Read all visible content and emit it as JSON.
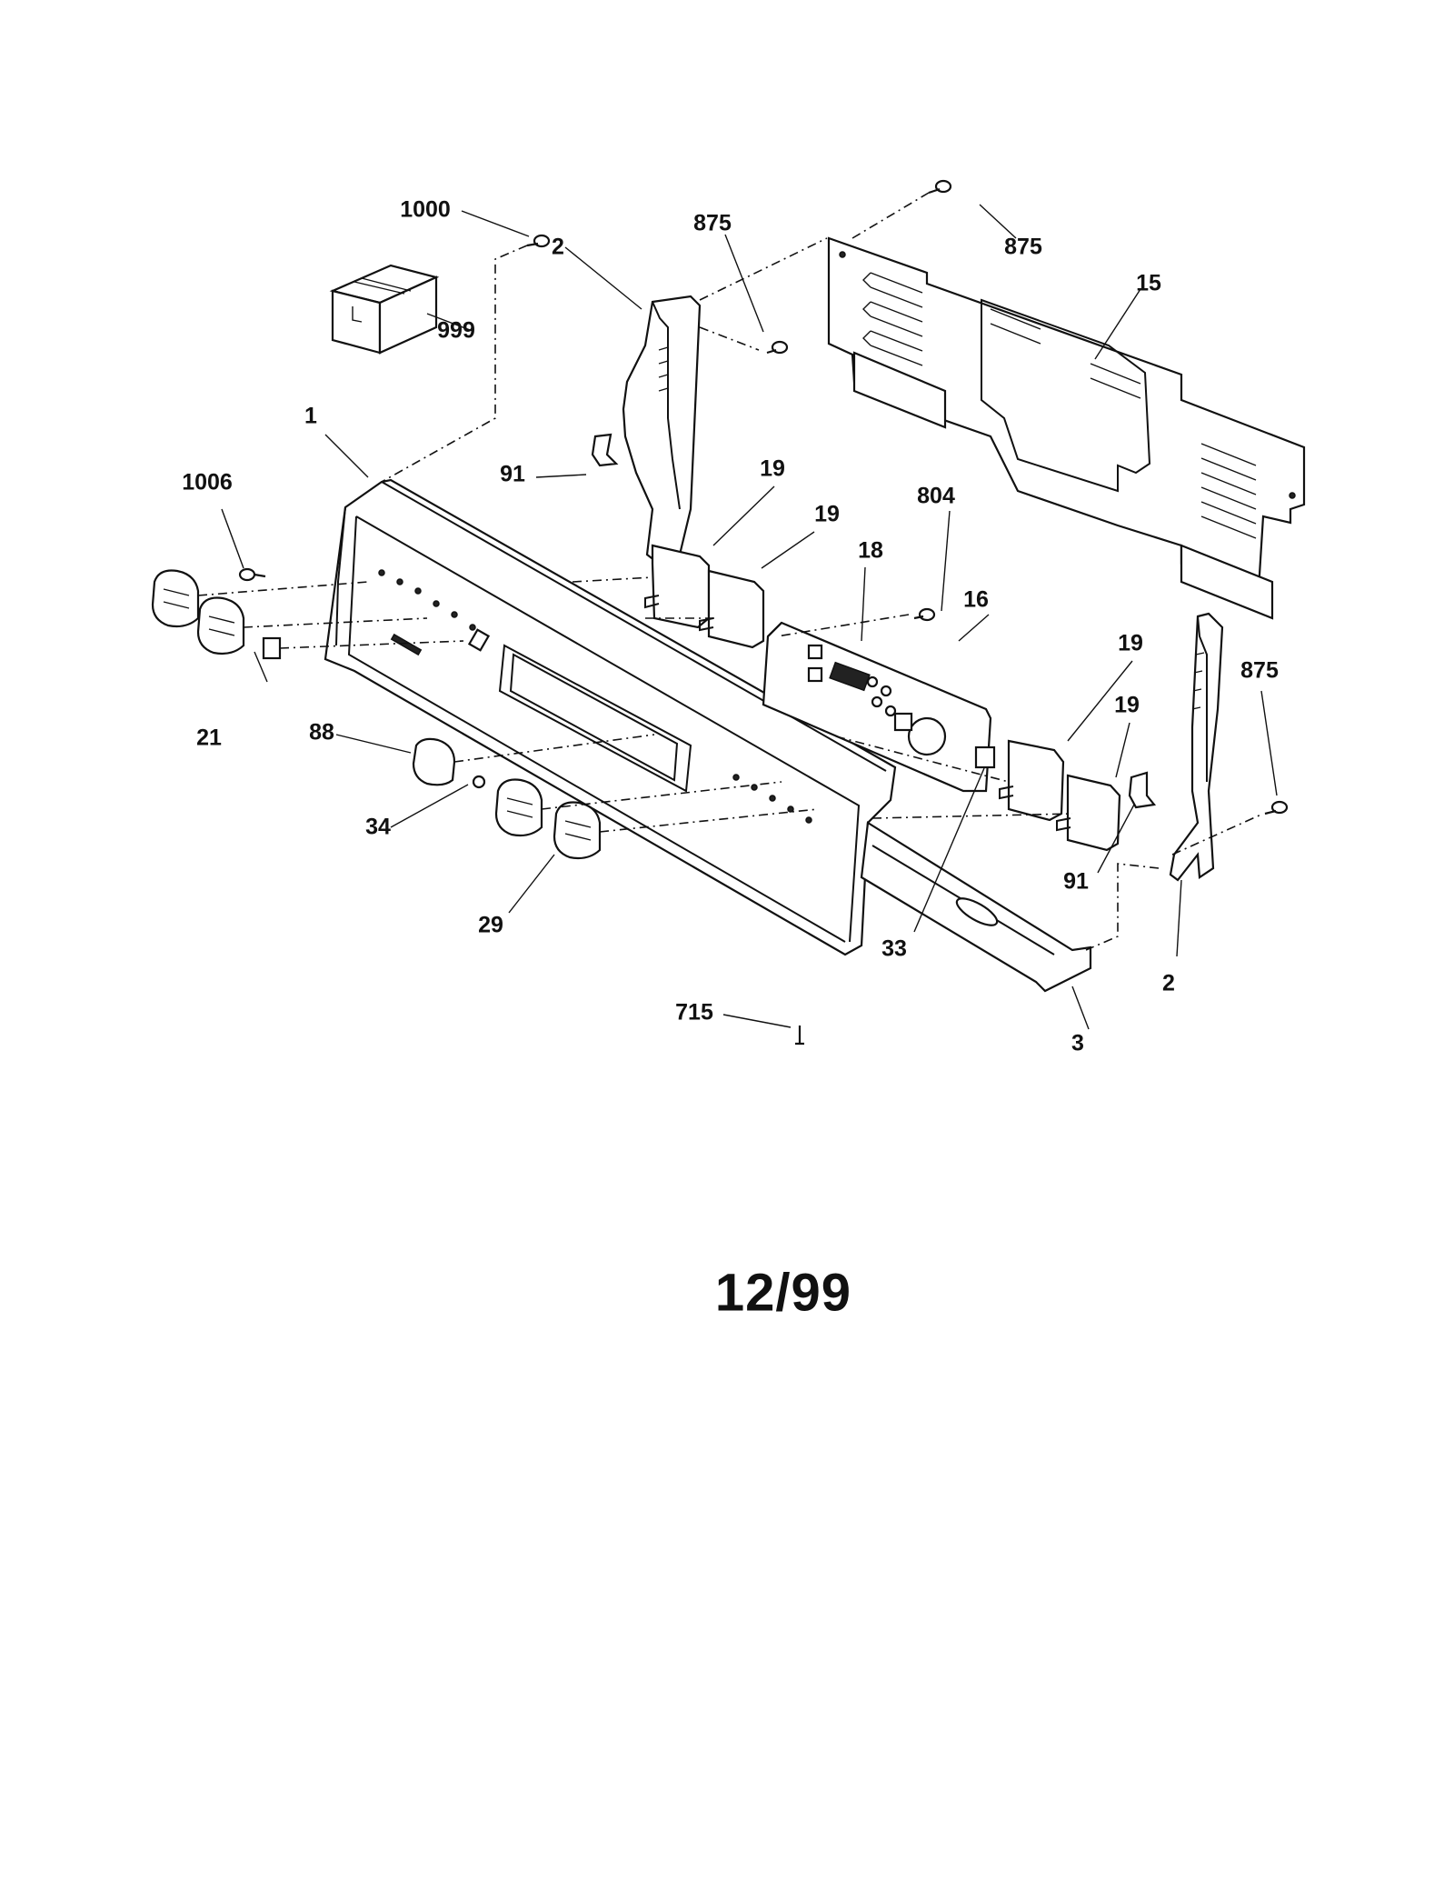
{
  "diagram": {
    "callouts": [
      {
        "id": "c1000",
        "label": "1000"
      },
      {
        "id": "c2a",
        "label": "2"
      },
      {
        "id": "c875a",
        "label": "875"
      },
      {
        "id": "c875b",
        "label": "875"
      },
      {
        "id": "c15",
        "label": "15"
      },
      {
        "id": "c999",
        "label": "999"
      },
      {
        "id": "c1",
        "label": "1"
      },
      {
        "id": "c1006",
        "label": "1006"
      },
      {
        "id": "c91a",
        "label": "91"
      },
      {
        "id": "c19a",
        "label": "19"
      },
      {
        "id": "c19b",
        "label": "19"
      },
      {
        "id": "c804",
        "label": "804"
      },
      {
        "id": "c18",
        "label": "18"
      },
      {
        "id": "c16",
        "label": "16"
      },
      {
        "id": "c19c",
        "label": "19"
      },
      {
        "id": "c875c",
        "label": "875"
      },
      {
        "id": "c19d",
        "label": "19"
      },
      {
        "id": "c21",
        "label": "21"
      },
      {
        "id": "c88",
        "label": "88"
      },
      {
        "id": "c34",
        "label": "34"
      },
      {
        "id": "c91b",
        "label": "91"
      },
      {
        "id": "c29",
        "label": "29"
      },
      {
        "id": "c33",
        "label": "33"
      },
      {
        "id": "c2b",
        "label": "2"
      },
      {
        "id": "c715",
        "label": "715"
      },
      {
        "id": "c3",
        "label": "3"
      }
    ],
    "date_code": "12/99"
  }
}
